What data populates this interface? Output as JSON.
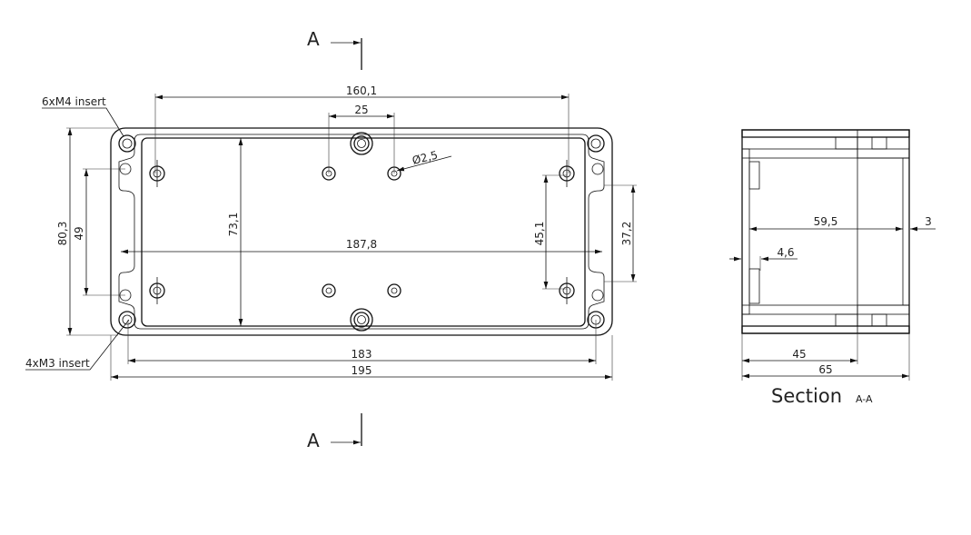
{
  "section_markers": {
    "top": "A",
    "bottom": "A"
  },
  "front_view": {
    "callouts": {
      "m4_insert": "6xM4 insert",
      "m3_insert": "4xM3 insert",
      "hole_diameter": "Ø2,5"
    },
    "dimensions": {
      "overall_width": "195",
      "insert_spacing_width": "183",
      "inner_width": "187,8",
      "mounting_spacing_width": "160,1",
      "center_holes_spacing": "25",
      "overall_height": "80,3",
      "m3_spacing_height": "49",
      "inner_height": "73,1",
      "mounting_spacing_height": "45,1",
      "right_height": "37,2"
    }
  },
  "section_view": {
    "title": "Section",
    "title_suffix": "A-A",
    "dimensions": {
      "inner_depth": "59,5",
      "wall": "3",
      "lip": "4,6",
      "base_depth": "45",
      "overall_depth": "65"
    }
  }
}
